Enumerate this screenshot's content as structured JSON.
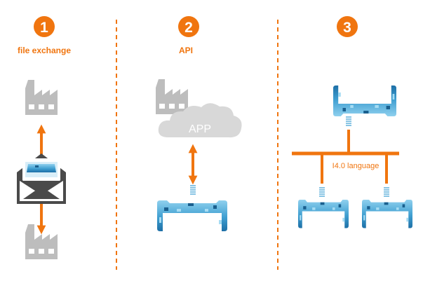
{
  "steps": [
    {
      "number": "1",
      "label": "file exchange"
    },
    {
      "number": "2",
      "label": "API",
      "cloud_label": "APP"
    },
    {
      "number": "3",
      "label": "",
      "bus_label": "I4.0 language"
    }
  ],
  "colors": {
    "accent": "#f0750f",
    "factory": "#bdbdbd",
    "device_light": "#5fb1da",
    "device_dark": "#1f78b4",
    "envelope": "#4a4a4a",
    "cloud": "#d8d8d8"
  }
}
